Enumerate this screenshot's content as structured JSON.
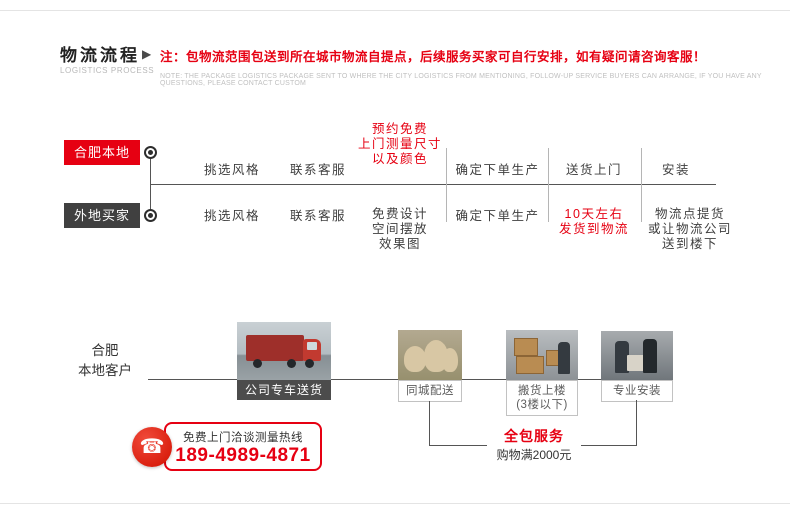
{
  "colors": {
    "accent_red": "#e60012",
    "dark_label": "#404040",
    "flow_line": "#555555"
  },
  "header": {
    "title": "物流流程",
    "subtitle": "LOGISTICS PROCESS",
    "arrow": "▶",
    "note_cn": "注：包物流范围包送到所在城市物流自提点，后续服务买家可自行安排，如有疑问请咨询客服！",
    "note_en": "NOTE: THE PACKAGE LOGISTICS PACKAGE SENT TO WHERE THE CITY LOGISTICS FROM MENTIONING, FOLLOW-UP SERVICE BUYERS CAN ARRANGE, IF YOU HAVE ANY QUESTIONS, PLEASE CONTACT CUSTOM"
  },
  "local_flow": {
    "label": "合肥本地",
    "steps": [
      {
        "text": "挑选风格"
      },
      {
        "text": "联系客服"
      },
      {
        "text": "预约免费\n上门测量尺寸\n以及颜色",
        "highlight": true
      },
      {
        "text": "确定下单生产"
      },
      {
        "text": "送货上门"
      },
      {
        "text": "安装"
      }
    ]
  },
  "remote_flow": {
    "label": "外地买家",
    "steps": [
      {
        "text": "挑选风格"
      },
      {
        "text": "联系客服"
      },
      {
        "text": "免费设计\n空间摆放\n效果图"
      },
      {
        "text": "确定下单生产"
      },
      {
        "text": "10天左右\n发货到物流",
        "highlight": true
      },
      {
        "text": "物流点提货\n或让物流公司\n送到楼下"
      }
    ]
  },
  "delivery_flow": {
    "label": "合肥\n本地客户",
    "stations": [
      {
        "label": "公司专车送货",
        "photo": "delivery-truck-photo"
      },
      {
        "label": "同城配送",
        "photo": "city-goods-photo"
      },
      {
        "label": "搬货上楼\n(3楼以下)",
        "photo": "carry-upstairs-photo"
      },
      {
        "label": "专业安装",
        "photo": "installation-photo"
      }
    ]
  },
  "hotline": {
    "icon": "phone-icon",
    "icon_glyph": "☎",
    "caption": "免费上门洽谈测量热线",
    "phone": "189-4989-4871"
  },
  "full_package": {
    "title": "全包服务",
    "subtitle": "购物满2000元"
  }
}
